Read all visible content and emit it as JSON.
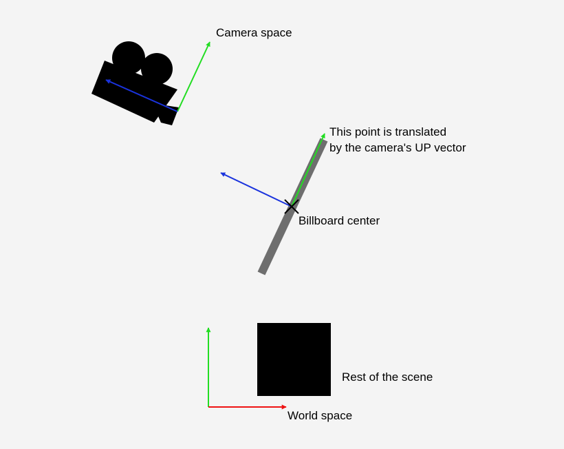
{
  "labels": {
    "camera_space": "Camera space",
    "translated_line1": "This point is translated",
    "translated_line2": "by the camera's UP vector",
    "billboard_center": "Billboard center",
    "rest_of_scene": "Rest of the scene",
    "world_space": "World space"
  },
  "colors": {
    "background": "#f4f4f4",
    "up_vector": "#22dd22",
    "right_vector": "#1a33dd",
    "world_x_axis": "#ee1111",
    "billboard": "#6e6e6e",
    "objects": "#000000"
  },
  "icons": {
    "camera": "movie-camera-icon",
    "center_marker": "cross-marker-icon"
  }
}
